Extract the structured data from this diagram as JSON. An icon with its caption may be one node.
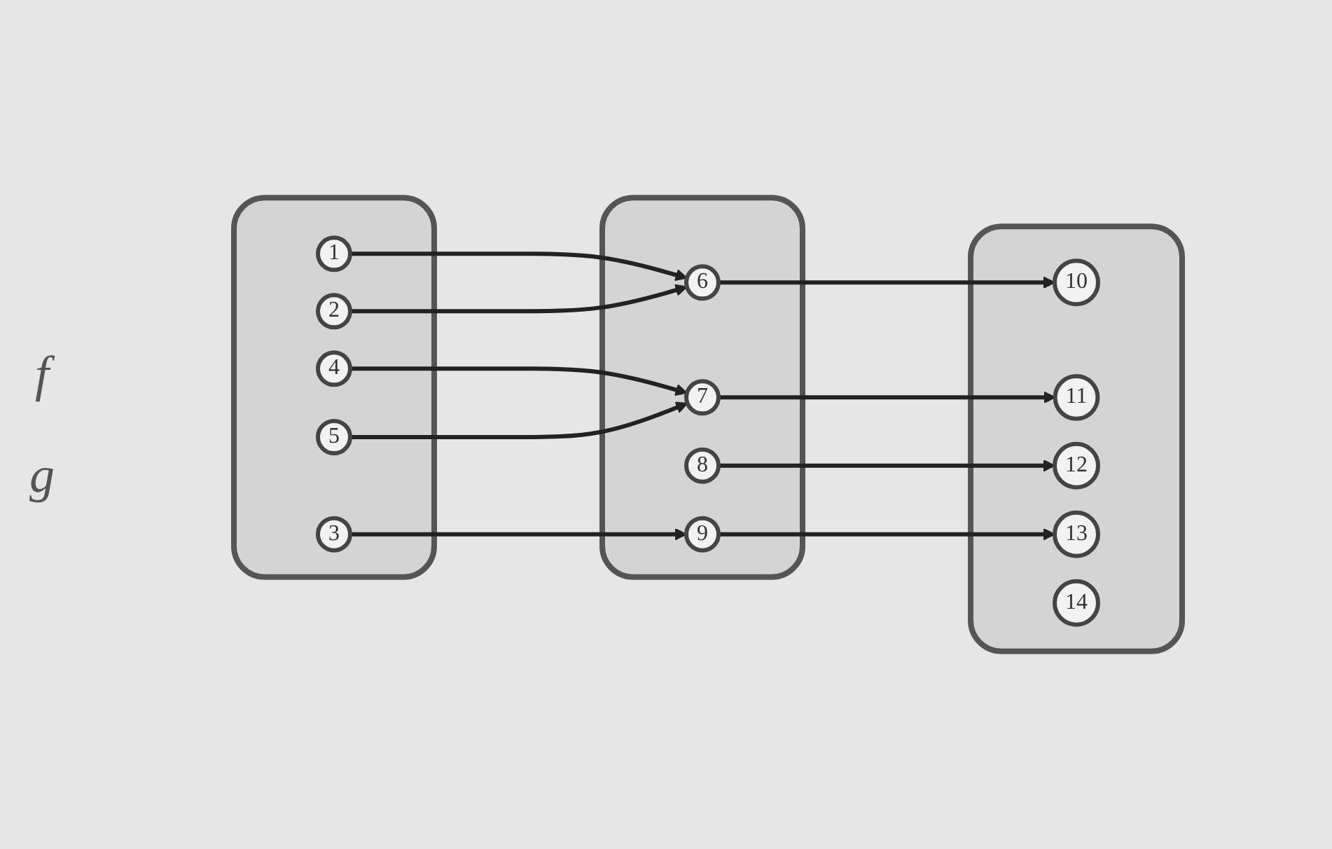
{
  "diagram": {
    "nodes": [
      {
        "text": [],
        "shape": "box"
      },
      {
        "text": [
          "1"
        ],
        "in": 0
      },
      {
        "text": [
          "2"
        ],
        "in": 0
      },
      {
        "text": [
          "3"
        ],
        "in": 0
      },
      {
        "text": [
          "4"
        ],
        "in": 0
      },
      {
        "text": [
          "5"
        ],
        "in": 0
      },
      {
        "text": [],
        "shape": "box"
      },
      {
        "text": [
          "6"
        ],
        "in": 6
      },
      {
        "text": [
          "7"
        ],
        "in": 6
      },
      {
        "text": [
          "8"
        ],
        "in": 6
      },
      {
        "text": [
          "9"
        ],
        "in": 6
      },
      {
        "text": [],
        "shape": "box"
      },
      {
        "text": [
          "10"
        ],
        "in": 11
      },
      {
        "text": [
          "11"
        ],
        "in": 11
      },
      {
        "text": [
          "12"
        ],
        "in": 11
      },
      {
        "text": [
          "13"
        ],
        "in": 11
      },
      {
        "text": [
          "14"
        ],
        "in": 11
      }
    ],
    "edges": [
      {
        "from": 1,
        "to": 7,
        "arrow": "to"
      },
      {
        "from": 2,
        "to": 7,
        "arrow": "to"
      },
      {
        "from": 3,
        "to": 10,
        "arrow": "to"
      },
      {
        "from": 4,
        "to": 8,
        "arrow": "to"
      },
      {
        "from": 5,
        "to": 8,
        "arrow": "to"
      },
      {
        "from": 7,
        "to": 12,
        "arrow": "to"
      },
      {
        "from": 8,
        "to": 13,
        "arrow": "to"
      },
      {
        "from": 9,
        "to": 14,
        "arrow": "to"
      },
      {
        "from": 10,
        "to": 15,
        "arrow": "to"
      }
    ],
    "labels": [
      "f",
      "g"
    ]
  }
}
